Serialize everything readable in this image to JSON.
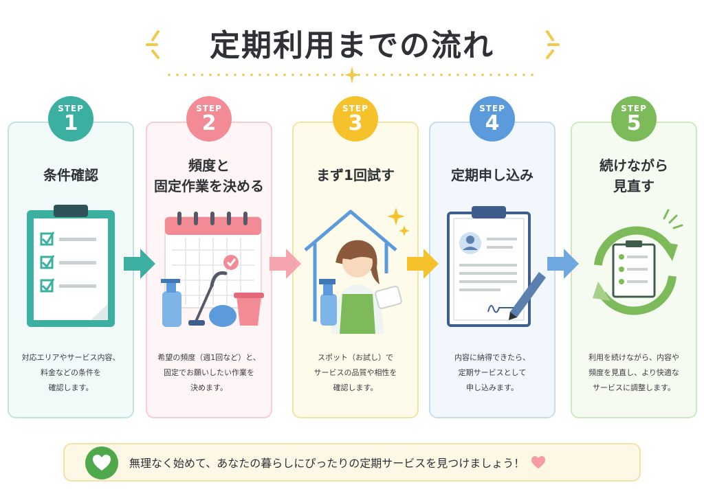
{
  "title": "定期利用までの流れ",
  "step_label": "STEP",
  "steps": [
    {
      "number": "1",
      "title_lines": [
        "条件確認",
        ""
      ],
      "desc_lines": [
        "対応エリアやサービス内容、",
        "料金などの条件を",
        "確認します。"
      ],
      "color": "#3bb0a0",
      "bg": "#f1faf8",
      "border": "#bfe4dc",
      "illustration": "clipboard-checklist-icon"
    },
    {
      "number": "2",
      "title_lines": [
        "頻度と",
        "固定作業を決める"
      ],
      "desc_lines": [
        "希望の頻度（週1回など）と、",
        "固定でお願いしたい作業を",
        "決めます。"
      ],
      "color": "#f28b96",
      "bg": "#fff5f6",
      "border": "#f6cdd3",
      "illustration": "calendar-cleaning-tools-icon"
    },
    {
      "number": "3",
      "title_lines": [
        "まず1回試す",
        ""
      ],
      "desc_lines": [
        "スポット（お試し）で",
        "サービスの品質や相性を",
        "確認します。"
      ],
      "color": "#f5c22b",
      "bg": "#fffbeb",
      "border": "#f6e2a0",
      "illustration": "house-cleaning-staff-icon"
    },
    {
      "number": "4",
      "title_lines": [
        "定期申し込み",
        ""
      ],
      "desc_lines": [
        "内容に納得できたら、",
        "定期サービスとして",
        "申し込みます。"
      ],
      "color": "#5b9bdc",
      "bg": "#f2f7fd",
      "border": "#c6dbf2",
      "illustration": "contract-document-pen-icon"
    },
    {
      "number": "5",
      "title_lines": [
        "続けながら",
        "見直す"
      ],
      "desc_lines": [
        "利用を続けながら、内容や",
        "頻度を見直し、より快適な",
        "サービスに調整します。"
      ],
      "color": "#7dbb5a",
      "bg": "#f5fbf1",
      "border": "#cfe7c1",
      "illustration": "cycle-arrows-clipboard-icon"
    }
  ],
  "banner": {
    "text": "無理なく始めて、あなたの暮らしにぴったりの定期サービスを見つけましょう！",
    "icon": "heart-icon"
  },
  "colors": {
    "title": "#2e3136",
    "accent_yellow": "#f3c94a",
    "banner_bg": "#fdf7e6",
    "banner_icon": "#4fa84a",
    "pink_heart": "#f59aa6"
  }
}
